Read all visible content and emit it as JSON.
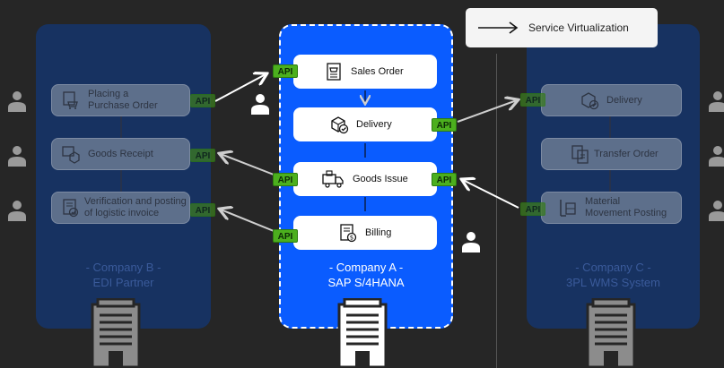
{
  "legend": {
    "label": "Service Virtualization"
  },
  "company_b": {
    "caption_1": "- Company B -",
    "caption_2": "EDI Partner",
    "steps": [
      {
        "l1": "Placing a",
        "l2": "Purchase Order",
        "icon": "cart-icon"
      },
      {
        "l1": "Goods Receipt",
        "l2": "",
        "icon": "box-list-icon"
      },
      {
        "l1": "Verification and posting",
        "l2": "of logistic invoice",
        "icon": "invoice-check-icon"
      }
    ]
  },
  "company_a": {
    "caption_1": "- Company A -",
    "caption_2": "SAP S/4HANA",
    "steps": [
      {
        "label": "Sales Order",
        "icon": "order-icon"
      },
      {
        "label": "Delivery",
        "icon": "package-check-icon"
      },
      {
        "label": "Goods Issue",
        "icon": "truck-icon"
      },
      {
        "label": "Billing",
        "icon": "bill-icon"
      }
    ]
  },
  "company_c": {
    "caption_1": "- Company C -",
    "caption_2": "3PL WMS System",
    "steps": [
      {
        "l1": "Delivery",
        "l2": "",
        "icon": "package-check-icon"
      },
      {
        "l1": "Transfer Order",
        "l2": "",
        "icon": "document-icon"
      },
      {
        "l1": "Material",
        "l2": "Movement Posting",
        "icon": "forklift-icon"
      }
    ]
  },
  "api_label": "API",
  "colors": {
    "accent": "#0a5cff",
    "api_green": "#4caf1e",
    "background": "#262626"
  }
}
